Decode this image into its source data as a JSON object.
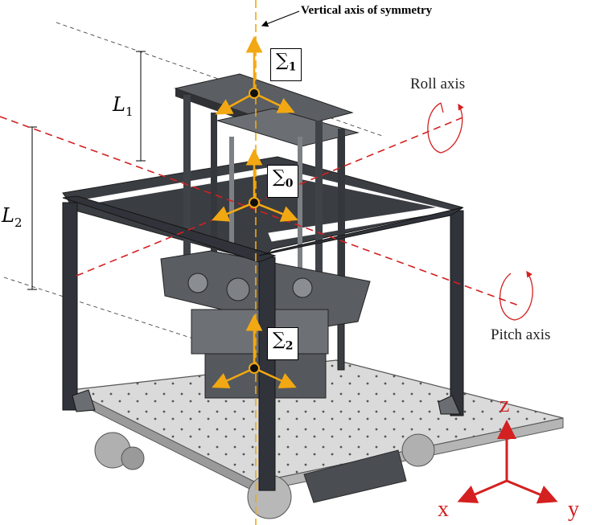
{
  "title_label": "Vertical axis of symmetry",
  "roll_label": "Roll axis",
  "pitch_label": "Pitch axis",
  "lengths": [
    {
      "symbol": "L",
      "sub": "1"
    },
    {
      "symbol": "L",
      "sub": "2"
    }
  ],
  "frames": [
    {
      "symbol": "∑",
      "sub": "1"
    },
    {
      "symbol": "∑",
      "sub": "0"
    },
    {
      "symbol": "∑",
      "sub": "2"
    }
  ],
  "coord_axes": {
    "z": "z",
    "x": "x",
    "y": "y"
  },
  "colors": {
    "frame_arrows": "#f2a812",
    "axes_red": "#d42020",
    "structure_dark": "#3a3d42",
    "platform": "#d9d9d9"
  }
}
